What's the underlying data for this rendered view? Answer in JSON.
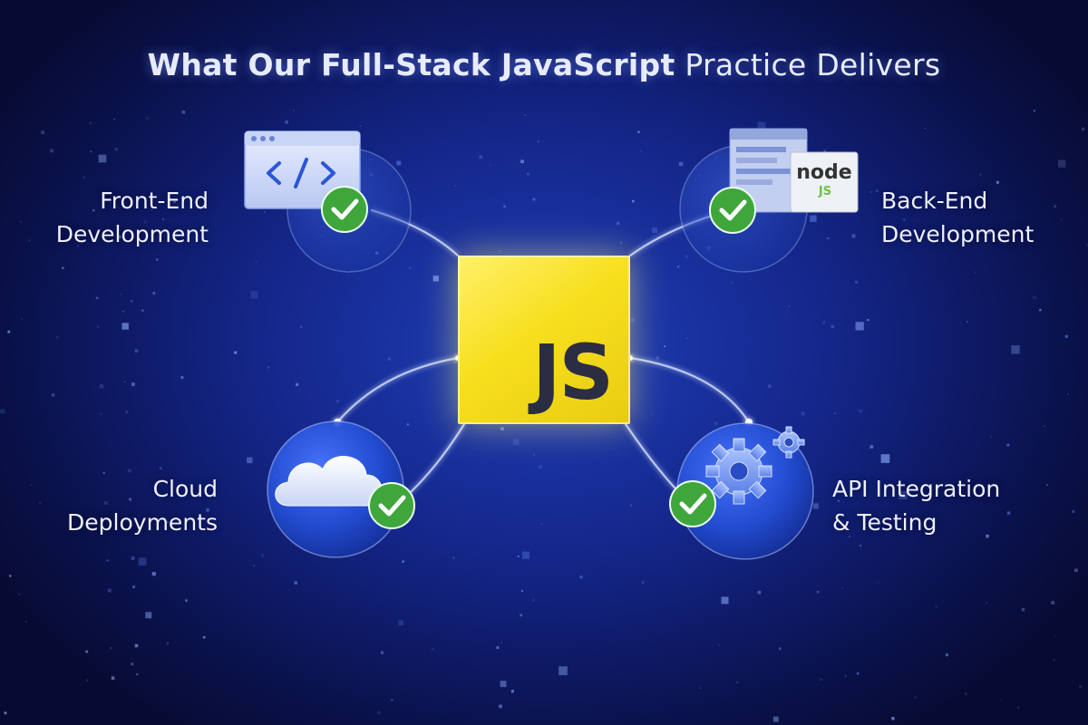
{
  "title": {
    "bold": "What Our Full-Stack JavaScript",
    "light": "Practice Delivers"
  },
  "center": {
    "logo_text": "JS",
    "logo_color": "#f7df1e",
    "logo_text_color": "#2b2d42"
  },
  "nodes": [
    {
      "id": "front-end",
      "label_lines": [
        "Front-End",
        "Development"
      ],
      "icon": "code-window-icon",
      "badge": "check-icon"
    },
    {
      "id": "back-end",
      "label_lines": [
        "Back-End",
        "Development"
      ],
      "icon": "nodejs-window-icon",
      "badge": "check-icon",
      "icon_text_1": "node",
      "icon_text_2": "JS"
    },
    {
      "id": "cloud",
      "label_lines": [
        "Cloud",
        "Deployments"
      ],
      "icon": "cloud-icon",
      "badge": "check-icon"
    },
    {
      "id": "api",
      "label_lines": [
        "API Integration",
        "& Testing"
      ],
      "icon": "gears-icon",
      "badge": "check-icon"
    }
  ],
  "colors": {
    "background": "#14268a",
    "check_badge": "#3fa63c",
    "connector": "#d6e2ff"
  }
}
